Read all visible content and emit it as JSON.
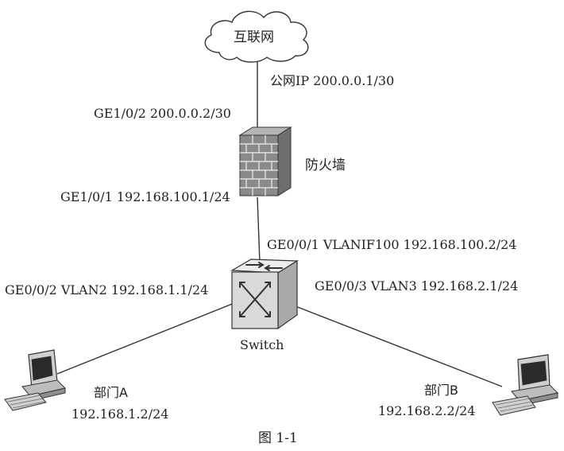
{
  "internet": {
    "label": "互联网",
    "public_ip": "公网IP 200.0.0.1/30"
  },
  "firewall": {
    "label": "防火墙",
    "uplink_port": "GE1/0/2  200.0.0.2/30",
    "downlink_port": "GE1/0/1  192.168.100.1/24"
  },
  "switch": {
    "label": "Switch",
    "uplink_port": "GE0/0/1 VLANIF100 192.168.100.2/24",
    "port_a": "GE0/0/2  VLAN2 192.168.1.1/24",
    "port_b": "GE0/0/3 VLAN3 192.168.2.1/24"
  },
  "dept_a": {
    "label": "部门A",
    "ip": "192.168.1.2/24"
  },
  "dept_b": {
    "label": "部门B",
    "ip": "192.168.2.2/24"
  },
  "caption": "图 1-1",
  "colors": {
    "line": "#333333",
    "brick": "#8a8a8a",
    "mortar": "#eeeeee",
    "switch_front": "#d9d9d9",
    "switch_top": "#ececec",
    "switch_side": "#a9a9a9",
    "pc_body": "#cfcfcf",
    "pc_screen": "#2b2b2b"
  },
  "icons": [
    "cloud-icon",
    "firewall-icon",
    "switch-icon",
    "computer-icon"
  ]
}
